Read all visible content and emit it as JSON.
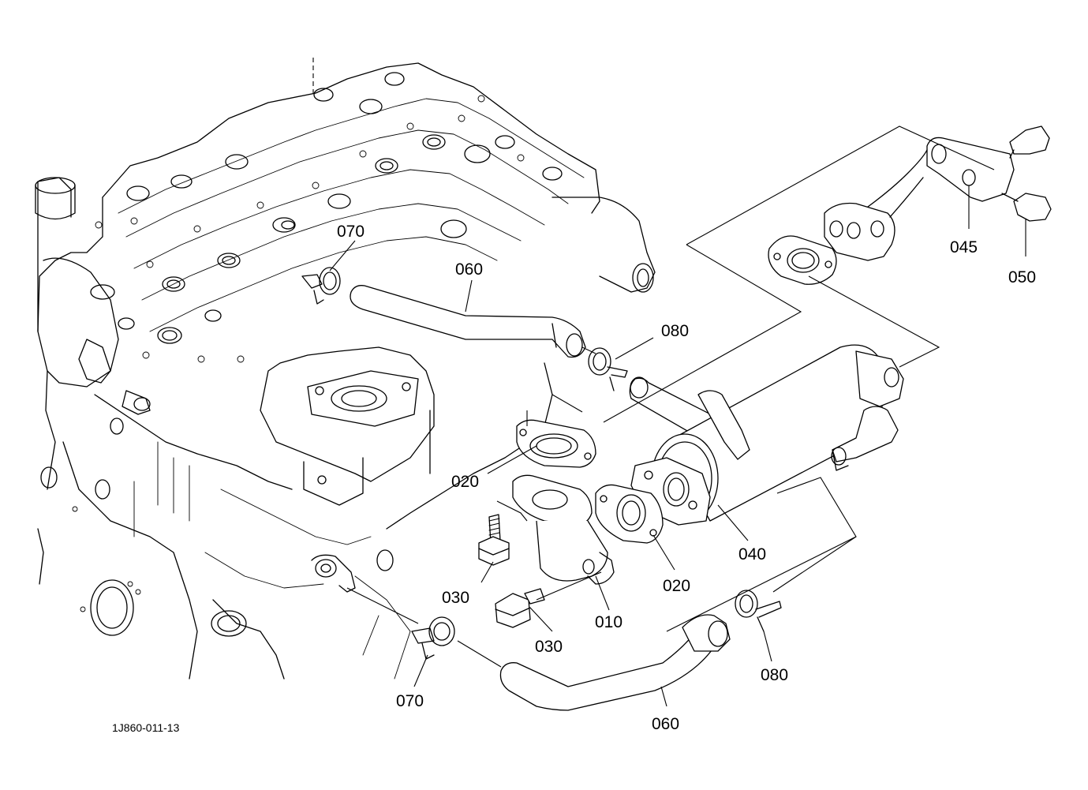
{
  "drawing": {
    "code": "1J860-011-13"
  },
  "callouts": [
    {
      "id": "c070a",
      "label": "070"
    },
    {
      "id": "c060a",
      "label": "060"
    },
    {
      "id": "c080a",
      "label": "080"
    },
    {
      "id": "c045",
      "label": "045"
    },
    {
      "id": "c050",
      "label": "050"
    },
    {
      "id": "c020a",
      "label": "020"
    },
    {
      "id": "c030a",
      "label": "030"
    },
    {
      "id": "c040",
      "label": "040"
    },
    {
      "id": "c020b",
      "label": "020"
    },
    {
      "id": "c010",
      "label": "010"
    },
    {
      "id": "c030b",
      "label": "030"
    },
    {
      "id": "c070b",
      "label": "070"
    },
    {
      "id": "c080b",
      "label": "080"
    },
    {
      "id": "c060b",
      "label": "060"
    }
  ]
}
